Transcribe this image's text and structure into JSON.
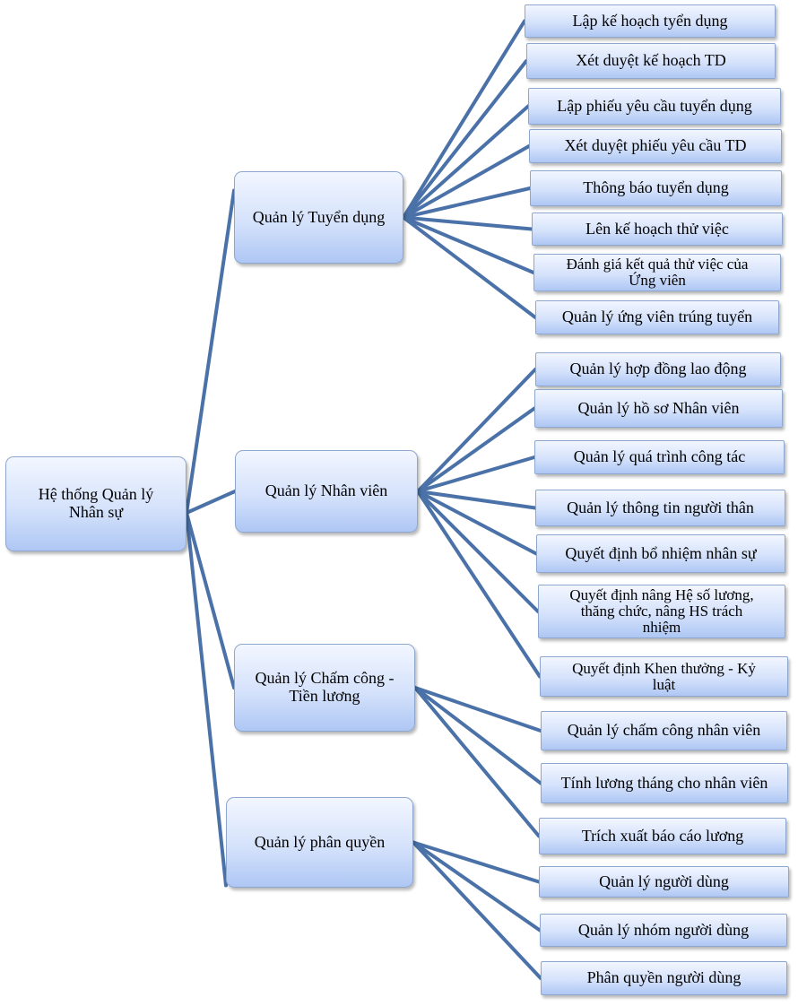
{
  "diagram": {
    "root": {
      "label": "Hệ thống Quản lý Nhân sự"
    },
    "branches": [
      {
        "label": "Quản  lý Tuyển dụng",
        "children": [
          "Lập kế hoạch tyển dụng",
          "Xét duyệt kế hoạch TD",
          "Lập phiếu yêu cầu tuyển dụng",
          "Xét duyệt phiếu yêu cầu TD",
          "Thông báo tuyển dụng",
          "Lên kế hoạch thử việc",
          "Đánh giá kết quả thử việc của Ứng viên",
          "Quản lý ứng viên trúng tuyển"
        ]
      },
      {
        "label": "Quản lý Nhân viên",
        "children": [
          "Quản lý hợp đồng lao động",
          "Quản lý hồ sơ Nhân viên",
          "Quản lý quá trình công tác",
          "Quản lý thông tin người thân",
          "Quyết  định bổ nhiệm nhân sự",
          "Quyết định nâng  Hệ số lương, thăng chức, nâng HS trách nhiệm",
          "Quyết định  Khen thưởng - Kỷ luật"
        ]
      },
      {
        "label": "Quản lý Chấm công - Tiền lương",
        "children": [
          "Quản  lý chấm công nhân viên",
          "Tính lương tháng cho nhân viên",
          "Trích xuất báo cáo lương"
        ]
      },
      {
        "label": "Quản lý phân quyền",
        "children": [
          "Quản lý người dùng",
          "Quản lý nhóm người dùng",
          "Phân quyền người dùng"
        ]
      }
    ]
  },
  "colors": {
    "connector": "#4a72a8",
    "box_border": "#8ea7cf"
  }
}
